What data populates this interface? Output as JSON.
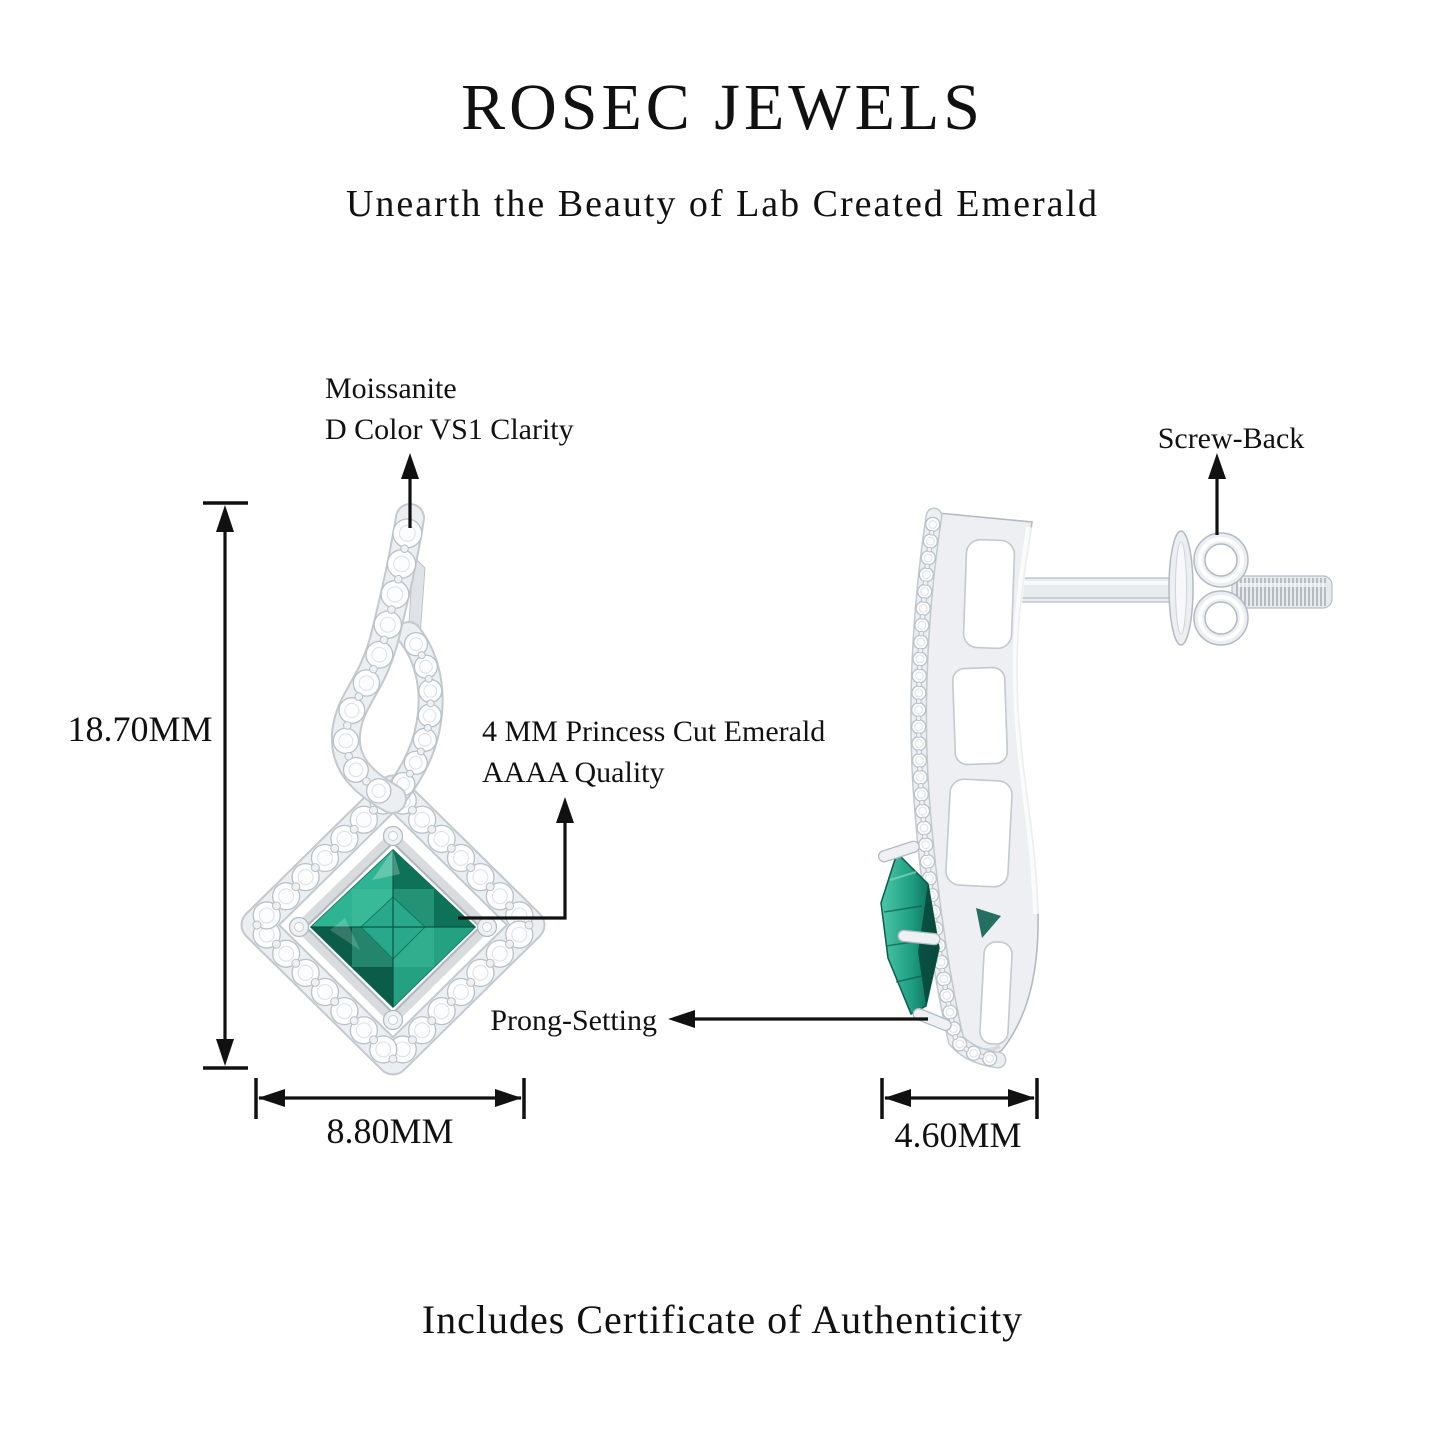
{
  "page": {
    "background": "#ffffff"
  },
  "header": {
    "brand": "ROSEC JEWELS",
    "tagline": "Unearth the Beauty of Lab Created Emerald"
  },
  "labels": {
    "top_stone": {
      "line1": "Moissanite",
      "line2": "D Color VS1 Clarity"
    },
    "screw_back": "Screw-Back",
    "center_stone": {
      "line1": "4 MM Princess Cut Emerald",
      "line2": "AAAA Quality"
    },
    "prong": "Prong-Setting"
  },
  "dimensions": {
    "drop_height": "18.70MM",
    "front_width": "8.80MM",
    "side_depth": "4.60MM"
  },
  "footer": {
    "note": "Includes Certificate of Authenticity"
  },
  "illustrations": {
    "front_view": "emerald-drop-earring-front-view",
    "side_view": "emerald-drop-earring-side-view",
    "colors": {
      "metal_fill": "#edeff2",
      "metal_edge": "#b3bac1",
      "metal_shade": "#d8dce0",
      "band_fill": "#eceff1",
      "band_edge": "#c3c9cf",
      "stone_fill": "#fcfdfe",
      "stone_edge": "#b9c0c7",
      "stone_inner": "#dfe3e7",
      "bead_fill": "#eef0f3",
      "emerald_light": "#4cc7a7",
      "emerald_mid": "#1d9c80",
      "emerald_dark": "#0b5c49",
      "emerald_deep": "#07473a",
      "annotation": "#111111"
    }
  }
}
